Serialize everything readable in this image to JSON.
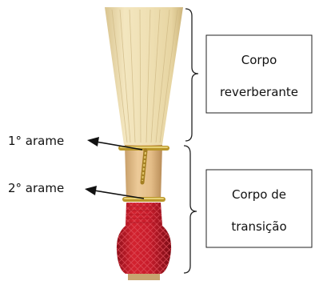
{
  "labels": {
    "wire_1": "1° arame",
    "wire_2": "2° arame"
  },
  "boxes": {
    "upper_line1": "Corpo",
    "upper_line2": "reverberante",
    "lower_line1": "Corpo de",
    "lower_line2": "transição"
  },
  "colors": {
    "cane_light": "#eedfb4",
    "cane_dark": "#d7bf86",
    "tube": "#e2bd8a",
    "wire": "#b9962a",
    "thread": "#c71c2b",
    "thread_dark": "#8e0f1a",
    "thread_light": "#e0505c",
    "line": "#222222"
  }
}
